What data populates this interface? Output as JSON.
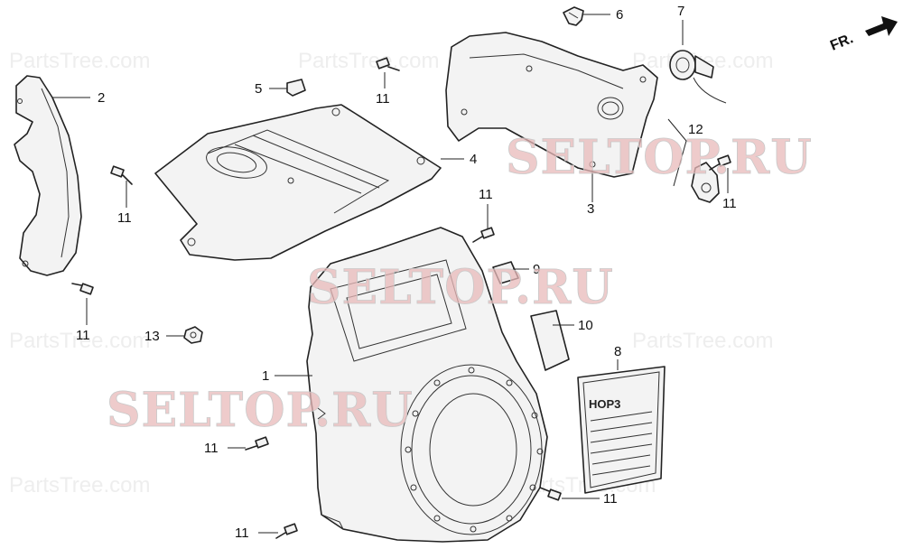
{
  "diagram": {
    "callouts": {
      "c1": "1",
      "c2": "2",
      "c3": "3",
      "c4": "4",
      "c5": "5",
      "c6": "6",
      "c7": "7",
      "c8": "8",
      "c9": "9",
      "c10": "10",
      "c12": "12",
      "c13": "13",
      "c11a": "11",
      "c11b": "11",
      "c11c": "11",
      "c11d": "11",
      "c11e": "11",
      "c11f": "11",
      "c11g": "11",
      "c11h": "11"
    },
    "direction_label": "FR.",
    "watermarks": {
      "brand1": "SELTOP.RU",
      "brand2": "SELTOP.RU",
      "brand3": "SELTOP.RU",
      "site": "PartsTree.com"
    },
    "label_plate_text": "HOP3"
  }
}
